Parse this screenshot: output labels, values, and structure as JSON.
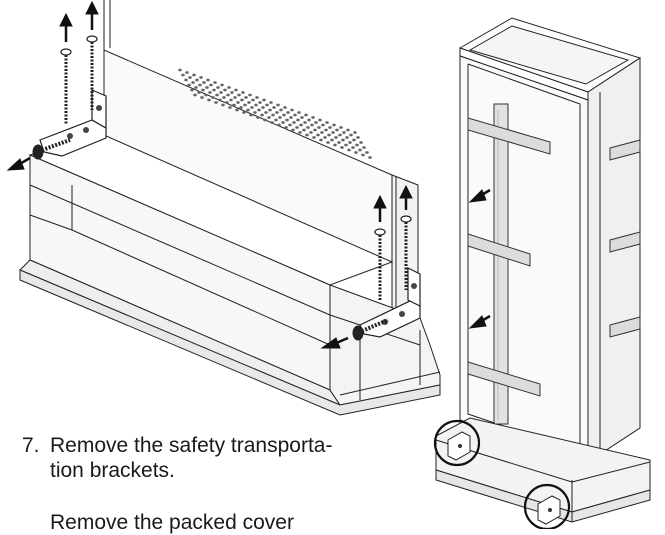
{
  "step": {
    "number": "7.",
    "line1": "Remove the safety transporta-",
    "line2": "tion brackets.",
    "line3": "Remove the packed cover"
  },
  "illustration": {
    "left_figure": "bench-base-with-bracket-screws",
    "right_figure": "tall-cabinet-with-transport-straps",
    "icons": [
      "up-arrow-icon",
      "left-arrow-icon",
      "screw-icon",
      "bracket-icon",
      "circle-highlight-icon"
    ]
  }
}
